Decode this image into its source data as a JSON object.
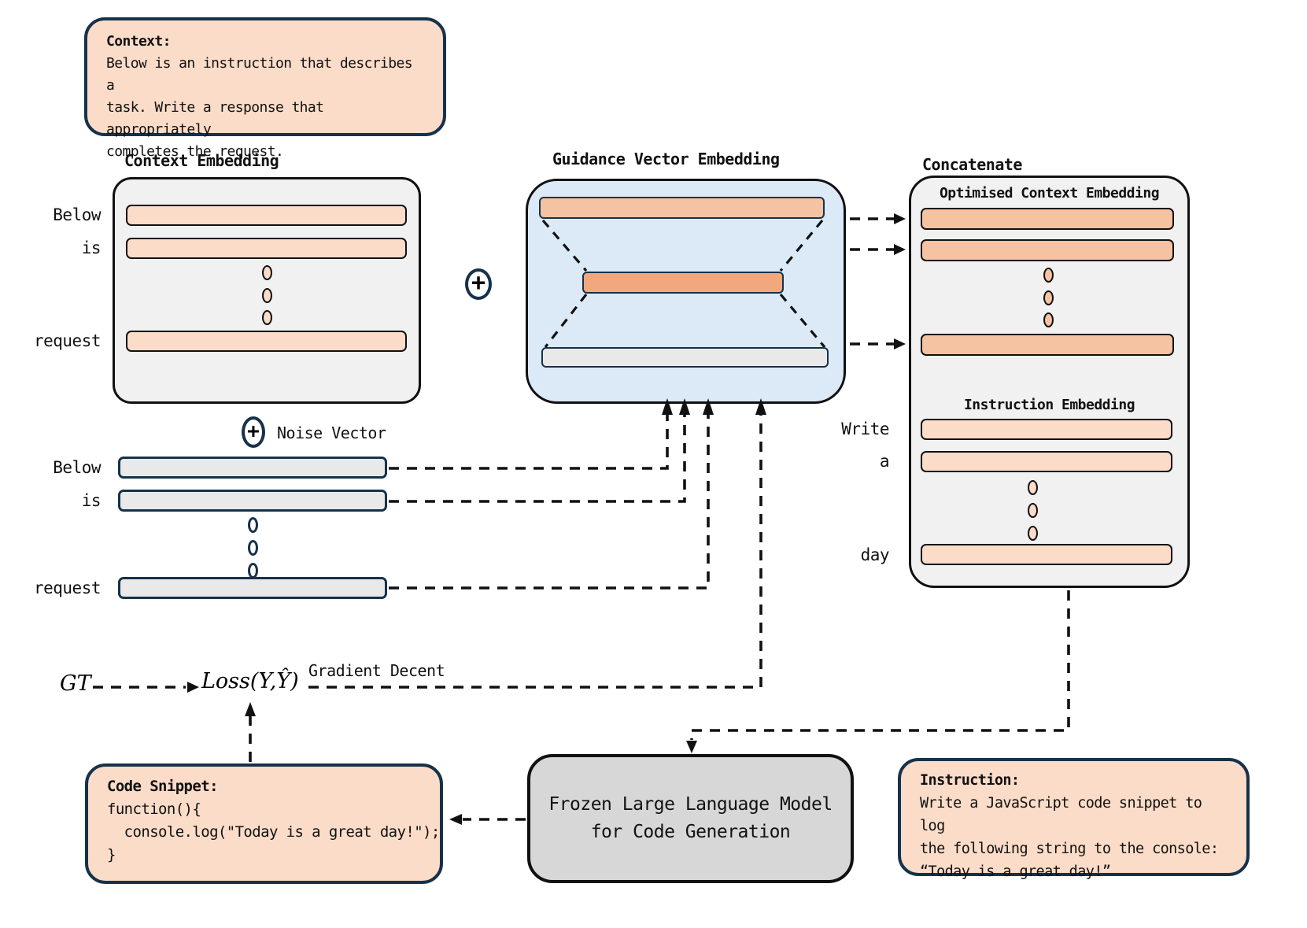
{
  "palette": {
    "peach_light": "#fbdcc8",
    "salmon": "#f6c3a2",
    "orange": "#f2a87e",
    "light_blue": "#dce9f6",
    "panel_gray": "#f1f1f1",
    "bar_gray": "#e9e9e9",
    "llm_gray": "#d7d7d7",
    "navy_border": "#16324a",
    "line_black": "#111111"
  },
  "context_box": {
    "title": "Context:",
    "lines": [
      "Below is an instruction that describes a",
      "task. Write a response that appropriately",
      "completes the request."
    ]
  },
  "context_embedding": {
    "title": "Context Embedding",
    "tokens": [
      "Below",
      "is",
      "request"
    ]
  },
  "plus_operator": "+",
  "guidance": {
    "title": "Guidance Vector Embedding"
  },
  "noise": {
    "plus": "+",
    "label": "Noise Vector",
    "tokens": [
      "Below",
      "is",
      "request"
    ]
  },
  "concatenate": {
    "title": "Concatenate",
    "optimised_heading": "Optimised Context Embedding",
    "instruction_heading": "Instruction Embedding",
    "instruction_tokens": [
      "Write",
      "a",
      "day"
    ]
  },
  "loss": {
    "gt": "GT",
    "loss_label": "Loss(Y,Ŷ)",
    "gradient_label": "Gradient Decent"
  },
  "code_box": {
    "title": "Code Snippet:",
    "lines": [
      "function(){",
      "  console.log(\"Today is a great day!\");",
      "}"
    ]
  },
  "llm_box": {
    "lines": [
      "Frozen Large Language Model",
      "for Code Generation"
    ]
  },
  "instruction_box": {
    "title": "Instruction:",
    "lines": [
      "Write a JavaScript code snippet to log",
      "the following string to the console:",
      "“Today is a great day!”"
    ]
  }
}
